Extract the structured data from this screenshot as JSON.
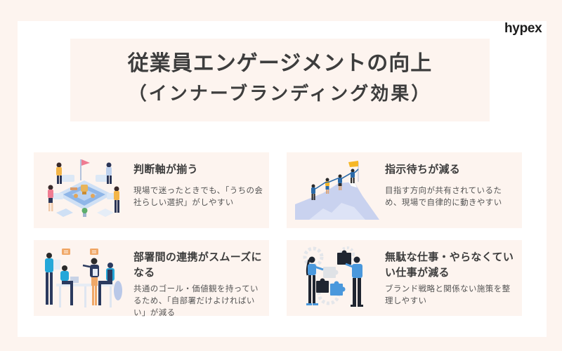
{
  "page": {
    "background_color": "#fdf4ef",
    "card_color": "#ffffff",
    "panel_color": "#fdf4ef",
    "text_color": "#3d3d3d"
  },
  "logo": {
    "text": "hypex"
  },
  "title": {
    "main": "従業員エンゲージメントの向上",
    "sub": "（インナーブランディング効果）"
  },
  "panels": [
    {
      "heading": "判断軸が揃う",
      "body": "現場で迷ったときでも、「うちの会社らしい選択」がしやすい",
      "illustration": "team-puzzle-flag-illustration"
    },
    {
      "heading": "指示待ちが減る",
      "body": "目指す方向が共有されているため、現場で自律的に動きやすい",
      "illustration": "mountain-climb-flag-illustration"
    },
    {
      "heading": "部署間の連携がスムーズになる",
      "body": "共通のゴール・価値観を持っているため、「自部署だけよければいい」が減る",
      "illustration": "office-meeting-illustration"
    },
    {
      "heading": "無駄な仕事・やらなくていい仕事が減る",
      "body": "ブランド戦略と関係ない施策を整理しやすい",
      "illustration": "puzzle-pieces-gears-illustration"
    }
  ]
}
